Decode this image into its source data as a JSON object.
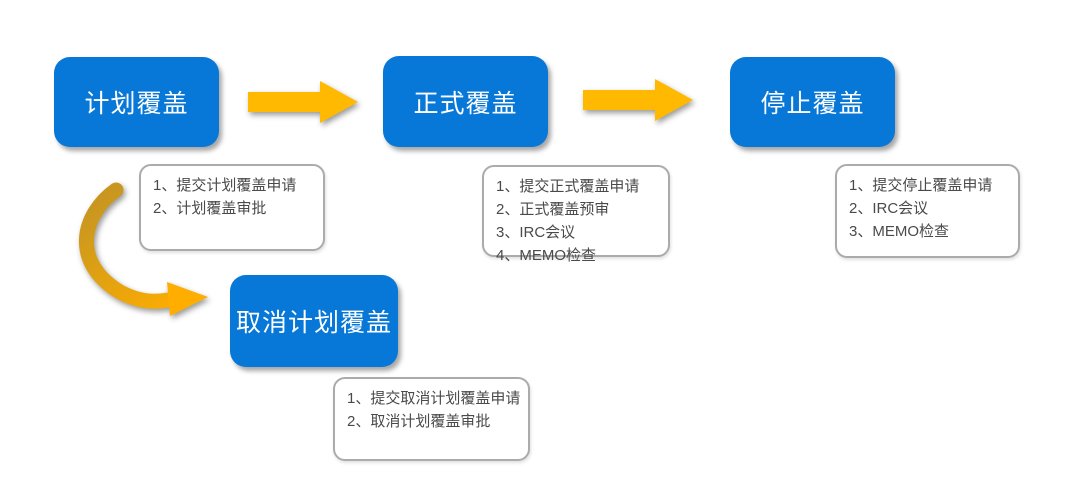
{
  "diagram": {
    "title": "coverage-process-flowchart",
    "colors": {
      "background": "#ffffff",
      "node_fill": "#0778d8",
      "node_text": "#ffffff",
      "arrow_fill": "#ffb900",
      "curved_arrow_start": "#c9971f",
      "curved_arrow_end": "#ffae00",
      "list_border": "#ababab",
      "list_text": "#4a4a4a"
    },
    "nodes": [
      {
        "id": "plan",
        "label": "计划覆盖",
        "steps": [
          "1、提交计划覆盖申请",
          "2、计划覆盖审批"
        ]
      },
      {
        "id": "formal",
        "label": "正式覆盖",
        "steps": [
          "1、提交正式覆盖申请",
          "2、正式覆盖预审",
          "3、IRC会议",
          "4、MEMO检查"
        ]
      },
      {
        "id": "stop",
        "label": "停止覆盖",
        "steps": [
          "1、提交停止覆盖申请",
          "2、IRC会议",
          "3、MEMO检查"
        ]
      },
      {
        "id": "cancel",
        "label": "取消计划覆盖",
        "steps": [
          "1、提交取消计划覆盖申请",
          "2、取消计划覆盖审批"
        ]
      }
    ],
    "connectors": [
      {
        "from": "计划覆盖",
        "to": "正式覆盖",
        "type": "straight-right-arrow"
      },
      {
        "from": "正式覆盖",
        "to": "停止覆盖",
        "type": "straight-right-arrow"
      },
      {
        "from": "计划覆盖",
        "to": "取消计划覆盖",
        "type": "curved-down-arrow"
      }
    ]
  }
}
